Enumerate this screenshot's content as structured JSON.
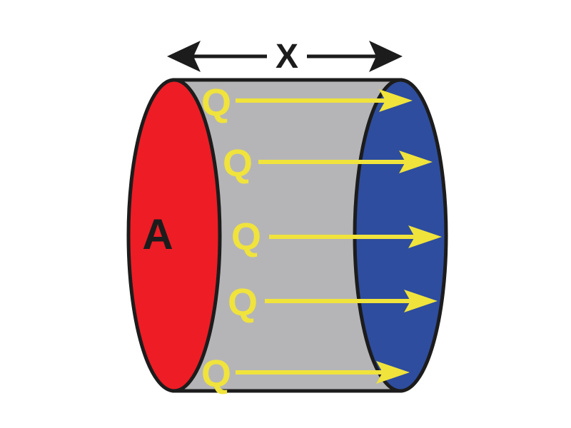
{
  "diagram": {
    "thickness_arrow": {
      "label": "X"
    },
    "area_face": {
      "label": "A"
    },
    "heat_arrows": [
      {
        "label": "Q"
      },
      {
        "label": "Q"
      },
      {
        "label": "Q"
      },
      {
        "label": "Q"
      },
      {
        "label": "Q"
      }
    ]
  },
  "colors": {
    "background": "#FFFFFF",
    "cylinder_body_gray": "#B5B5B7",
    "left_face_red": "#EE1C25",
    "right_face_blue": "#2E4D9E",
    "heat_arrow_yellow": "#F0E33C",
    "outline_black": "#1C1C1C"
  }
}
